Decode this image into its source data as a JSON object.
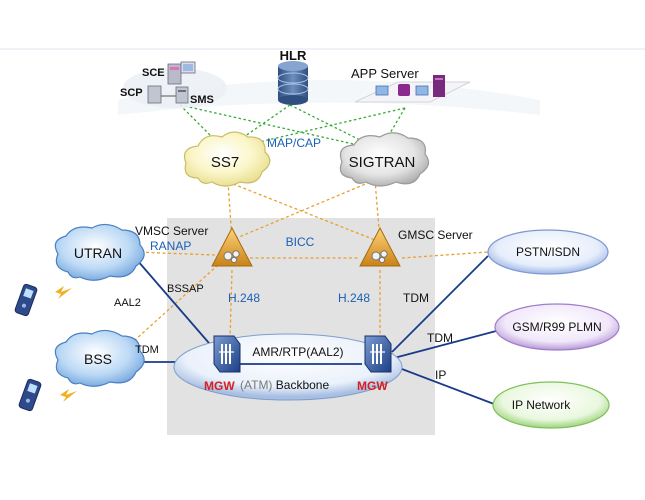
{
  "nodes": {
    "sce": "SCE",
    "scp": "SCP",
    "sms": "SMS",
    "hlr": "HLR",
    "app_server": "APP Server",
    "ss7": "SS7",
    "sigtran": "SIGTRAN",
    "vmsc_server": "VMSC Server",
    "gmsc_server": "GMSC Server",
    "utran": "UTRAN",
    "bss": "BSS",
    "pstn": "PSTN/ISDN",
    "gsm_plmn": "GSM/R99 PLMN",
    "ip_network": "IP Network",
    "mgw_left": "MGW",
    "mgw_right": "MGW",
    "backbone_atm": "(ATM)",
    "backbone_rest": " Backbone"
  },
  "links": {
    "map_cap": "MAP/CAP",
    "ranap": "RANAP",
    "bicc": "BICC",
    "bssap": "BSSAP",
    "h248_left": "H.248",
    "h248_right": "H.248",
    "aal2": "AAL2",
    "tdm_bss": "TDM",
    "tdm_pstn": "TDM",
    "tdm_gsm": "TDM",
    "ip": "IP",
    "amr": "AMR/RTP(AAL2)"
  },
  "colors": {
    "signaling_green": "#33aa33",
    "control_orange": "#e8a030",
    "bearer_blue": "#1a3a8a",
    "protocol_label_blue": "#1a5fb4",
    "mgw_red": "#d42020"
  }
}
